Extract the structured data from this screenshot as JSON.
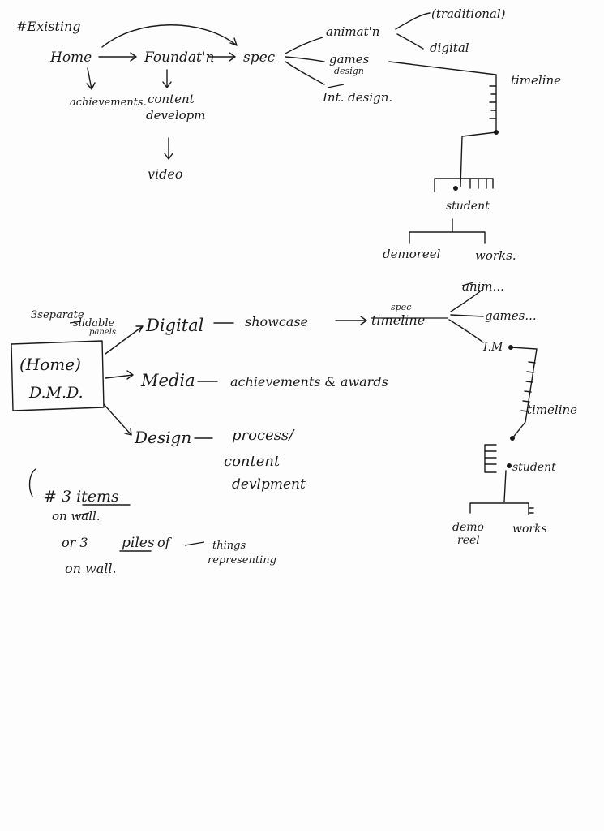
{
  "existing": {
    "heading": "#Existing",
    "home": "Home",
    "achievements": "achievements.",
    "foundation": "Foundat'n",
    "content_dev_1": "content",
    "content_dev_2": "developm",
    "video": "video",
    "spec": "spec",
    "animation": "animat'n",
    "traditional": "(traditional)",
    "digital": "digital",
    "games_design_1": "games",
    "games_design_2": "design",
    "int_design": "Int. design.",
    "timeline": "timeline",
    "student": "student",
    "demoreel": "demoreel",
    "works": "works."
  },
  "proposed": {
    "separate": "3separate",
    "slidable": "slidable",
    "panels": "panels",
    "home_1": "(Home)",
    "home_2": "D.M.D.",
    "digital": "Digital",
    "showcase": "showcase",
    "spec": "spec",
    "timeline_struck": "timeline",
    "anim": "anim...",
    "games": "games...",
    "im": "I.M",
    "media": "Media",
    "achievements": "achievements & awards",
    "design": "Design",
    "process_1": "process/",
    "process_2": "content",
    "process_3": "devlpment",
    "timeline": "timeline",
    "student": "student",
    "demo": "demo",
    "reel": "reel",
    "works": "works"
  },
  "notes": {
    "line1": "# 3 items",
    "line2": "on wall.",
    "line3_a": "or 3",
    "line3_piles": "piles",
    "line3_of": "of",
    "line3_things": "things",
    "line4": "representing",
    "line5": "on wall."
  }
}
